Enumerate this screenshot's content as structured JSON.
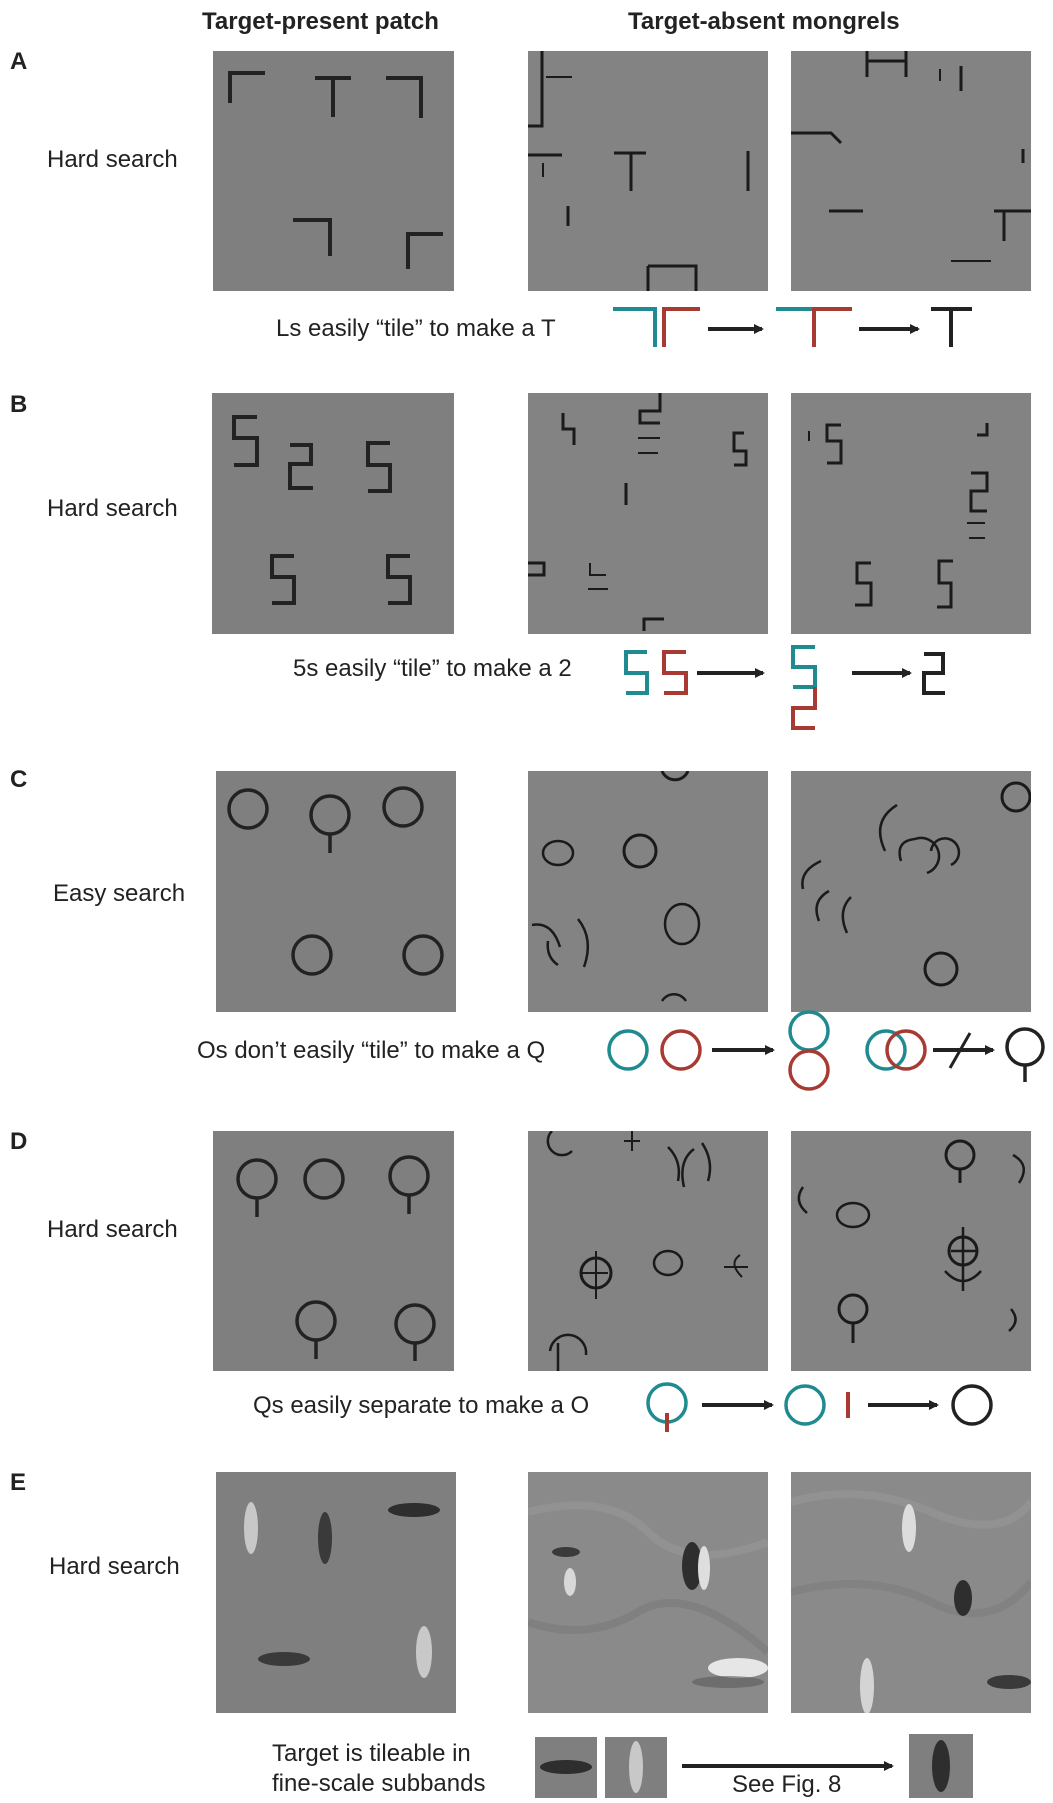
{
  "columns": {
    "present": "Target-present patch",
    "absent": "Target-absent mongrels"
  },
  "panels": [
    {
      "letter": "A",
      "difficulty": "Hard search",
      "caption": "Ls easily “tile” to make a T"
    },
    {
      "letter": "B",
      "difficulty": "Hard search",
      "caption": "5s easily “tile” to make a 2"
    },
    {
      "letter": "C",
      "difficulty": "Easy search",
      "caption": "Os don’t easily “tile” to make a Q"
    },
    {
      "letter": "D",
      "difficulty": "Hard search",
      "caption": "Qs easily separate to make a O"
    },
    {
      "letter": "E",
      "difficulty": "Hard search",
      "caption_line1": "Target is tileable in",
      "caption_line2": "fine-scale subbands",
      "see_fig": "See Fig. 8"
    }
  ],
  "colors": {
    "teal": "#1f8a8f",
    "red": "#a83a34",
    "stroke": "#222222",
    "patch_gray": "#7f7f7f"
  }
}
